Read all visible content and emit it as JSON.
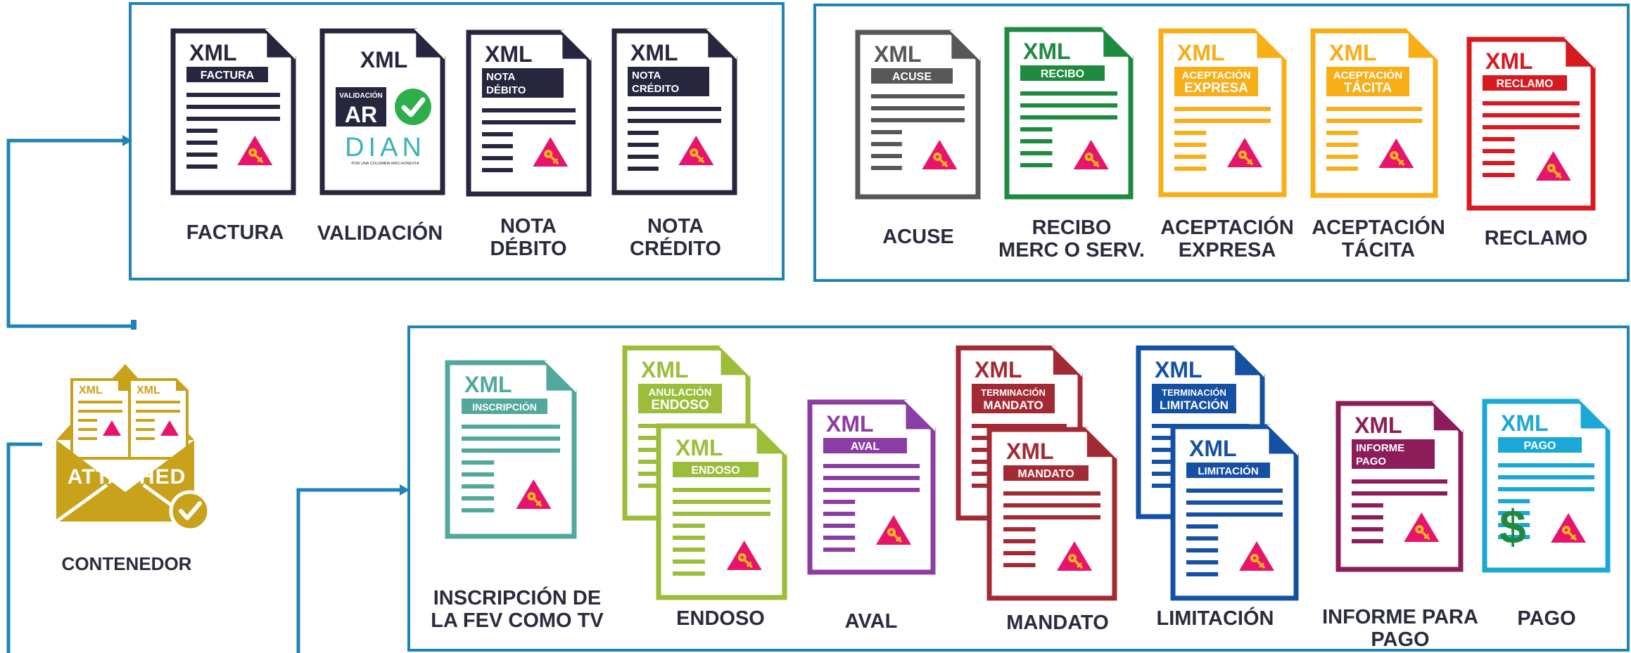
{
  "colors": {
    "frame": "#1f84b5",
    "label": "#2a2c3e",
    "seal": "#e6156b",
    "key": "#f7b51b",
    "gold": "#c9a21c",
    "validation_green": "#2eae4b",
    "dian_teal": "#3bb3b5"
  },
  "common": {
    "xml": "XML"
  },
  "container": {
    "tag": "ATTACHED",
    "label": "CONTENEDOR",
    "icon": "envelope-attached-icon"
  },
  "groups": [
    {
      "name": "group-invoice",
      "documents": [
        {
          "name": "factura",
          "tag": [
            "FACTURA"
          ],
          "label": [
            "FACTURA"
          ],
          "color": "#26263e"
        },
        {
          "name": "validacion",
          "variant": "validation",
          "validation_tag": [
            "VALIDACIÓN",
            "AR"
          ],
          "dian_logo": "DIAN",
          "dian_tagline": "POR UNA COLOMBIA MÁS HONESTA",
          "label": [
            "VALIDACIÓN"
          ],
          "color": "#26263e"
        },
        {
          "name": "nota-debito",
          "tag": [
            "NOTA",
            "DÉBITO"
          ],
          "label": [
            "NOTA",
            "DÉBITO"
          ],
          "color": "#26263e"
        },
        {
          "name": "nota-credito",
          "tag": [
            "NOTA",
            "CRÉDITO"
          ],
          "label": [
            "NOTA",
            "CRÉDITO"
          ],
          "color": "#26263e"
        }
      ]
    },
    {
      "name": "group-events",
      "documents": [
        {
          "name": "acuse",
          "tag": [
            "ACUSE"
          ],
          "label": [
            "ACUSE"
          ],
          "color": "#575757"
        },
        {
          "name": "recibo",
          "tag": [
            "RECIBO"
          ],
          "label": [
            "RECIBO",
            "MERC O SERV."
          ],
          "color": "#1e8a3f"
        },
        {
          "name": "aceptacion-expresa",
          "tag": [
            "ACEPTACIÓN",
            "EXPRESA"
          ],
          "label": [
            "ACEPTACIÓN",
            "EXPRESA"
          ],
          "color": "#f7ae17"
        },
        {
          "name": "aceptacion-tacita",
          "tag": [
            "ACEPTACIÓN",
            "TÁCITA"
          ],
          "label": [
            "ACEPTACIÓN",
            "TÁCITA"
          ],
          "color": "#f7ae17"
        },
        {
          "name": "reclamo",
          "tag": [
            "RECLAMO"
          ],
          "label": [
            "RECLAMO"
          ],
          "color": "#d71920"
        }
      ]
    },
    {
      "name": "group-title-value",
      "documents": [
        {
          "name": "inscripcion",
          "tag": [
            "INSCRIPCIÓN"
          ],
          "label": [
            "INSCRIPCIÓN DE",
            "LA FEV COMO TV"
          ],
          "color": "#52a89c"
        },
        {
          "name": "anulacion-endoso",
          "tag": [
            "ANULACIÓN",
            "ENDOSO"
          ],
          "color": "#9bbd3a"
        },
        {
          "name": "endoso",
          "tag": [
            "ENDOSO"
          ],
          "label": [
            "ENDOSO"
          ],
          "color": "#9bbd3a"
        },
        {
          "name": "aval",
          "tag": [
            "AVAL"
          ],
          "label": [
            "AVAL"
          ],
          "color": "#8b3da3"
        },
        {
          "name": "terminacion-mandato",
          "tag": [
            "TERMINACIÓN",
            "MANDATO"
          ],
          "color": "#a32a34"
        },
        {
          "name": "mandato",
          "tag": [
            "MANDATO"
          ],
          "label": [
            "MANDATO"
          ],
          "color": "#a32a34"
        },
        {
          "name": "terminacion-limitacion",
          "tag": [
            "TERMINACIÓN",
            "LIMITACIÓN"
          ],
          "color": "#1450a3"
        },
        {
          "name": "limitacion",
          "tag": [
            "LIMITACIÓN"
          ],
          "label": [
            "LIMITACIÓN"
          ],
          "color": "#1450a3"
        },
        {
          "name": "informe-pago",
          "tag": [
            "INFORME",
            "PAGO"
          ],
          "label": [
            "INFORME PARA",
            "PAGO"
          ],
          "color": "#8c1d5a"
        },
        {
          "name": "pago",
          "tag": [
            "PAGO"
          ],
          "label": [
            "PAGO"
          ],
          "color": "#1aa8d6",
          "currency_symbol": "$",
          "currency_color": "#1e8a3f"
        }
      ]
    }
  ]
}
